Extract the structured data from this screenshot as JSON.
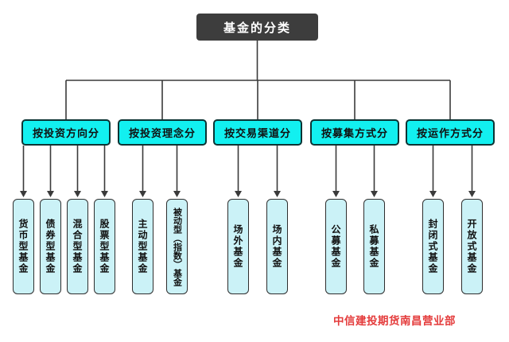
{
  "title": "基金的分类",
  "watermark": "中信建投期货南昌营业部",
  "colors": {
    "title_fill": "#3d3d3d",
    "category_fill": "#12f0f0",
    "leaf_fill": "#cbf2f7",
    "connector": "#3a3a3a",
    "watermark_red": "#e43b3b"
  },
  "groups": [
    {
      "label": "按投资方向分",
      "children": [
        "货币型基金",
        "债券型基金",
        "混合型基金",
        "股票型基金"
      ]
    },
    {
      "label": "按投资理念分",
      "children": [
        "主动型基金",
        "被动型（指数）基金"
      ]
    },
    {
      "label": "按交易渠道分",
      "children": [
        "场外基金",
        "场内基金"
      ]
    },
    {
      "label": "按募集方式分",
      "children": [
        "公募基金",
        "私募基金"
      ]
    },
    {
      "label": "按运作方式分",
      "children": [
        "封闭式基金",
        "开放式基金"
      ]
    }
  ]
}
